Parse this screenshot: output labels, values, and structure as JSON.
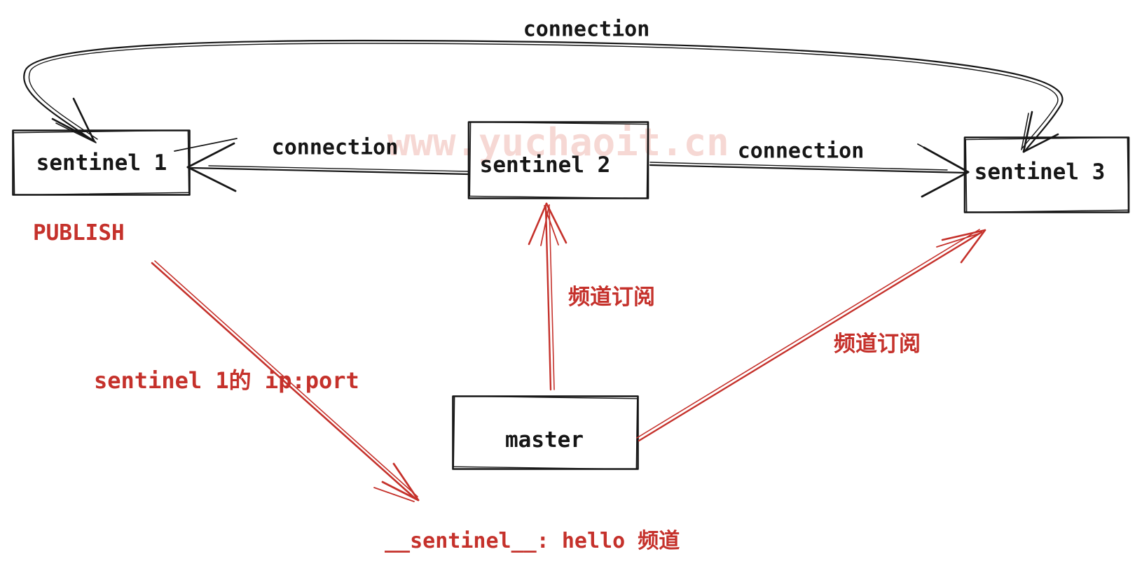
{
  "watermark": "www.yuchaoit.cn",
  "colors": {
    "ink": "#161616",
    "red": "#c5312b",
    "watermark_pink": "#f6d8d4",
    "background": "#ffffff"
  },
  "nodes": {
    "sentinel1": {
      "label": "sentinel 1"
    },
    "sentinel2": {
      "label": "sentinel 2"
    },
    "sentinel3": {
      "label": "sentinel 3"
    },
    "master": {
      "label": "master"
    }
  },
  "edges": {
    "top_connection": {
      "label": "connection"
    },
    "left_connection": {
      "label": "connection"
    },
    "right_connection": {
      "label": "connection"
    }
  },
  "annotations": {
    "publish": "PUBLISH",
    "sentinel1_ipport": "sentinel 1的 ip:port",
    "channel_sub_master_to_s2": "频道订阅",
    "channel_sub_master_to_s3": "频道订阅",
    "hello_channel": "__sentinel__: hello 频道"
  }
}
